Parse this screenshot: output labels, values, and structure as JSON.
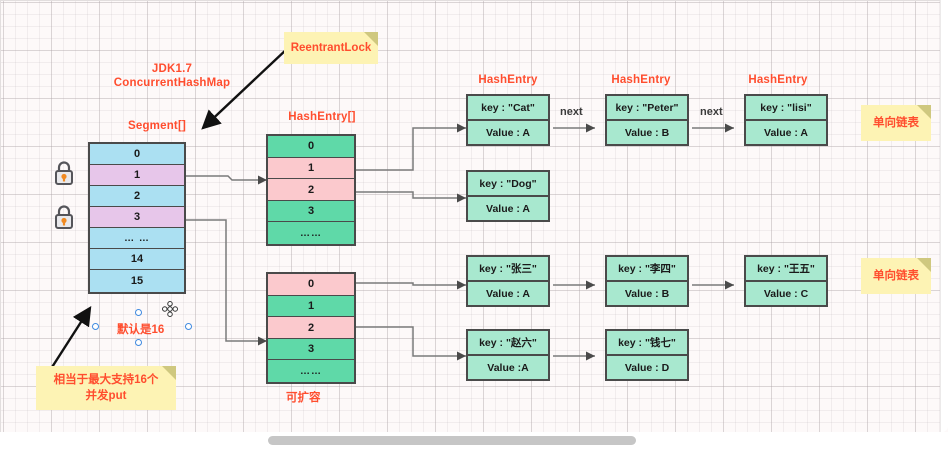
{
  "diagram": {
    "title_lines": [
      "JDK1.7",
      "ConcurrentHashMap"
    ],
    "notes": {
      "reentrant_lock": "ReentrantLock",
      "concurrent_put": "相当于最大支持16个\n并发put",
      "concurrent_put_line1": "相当于最大支持16个",
      "concurrent_put_line2": "并发put",
      "linked_list_top": "单向链表",
      "linked_list_bottom": "单向链表"
    },
    "labels": {
      "segment_array": "Segment[]",
      "hash_entry_array_top": "HashEntry[]",
      "default_is_16": "默认是16",
      "resizable": "可扩容",
      "next_1": "next",
      "next_2": "next",
      "hash_entry_title_1": "HashEntry",
      "hash_entry_title_2": "HashEntry",
      "hash_entry_title_3": "HashEntry"
    },
    "segment_array": {
      "name": "Segment[]",
      "cells": [
        {
          "text": "0",
          "color": "blue"
        },
        {
          "text": "1",
          "color": "purple"
        },
        {
          "text": "2",
          "color": "blue"
        },
        {
          "text": "3",
          "color": "purple"
        },
        {
          "text": "… …",
          "color": "blue"
        },
        {
          "text": "14",
          "color": "blue"
        },
        {
          "text": "15",
          "color": "blue"
        }
      ]
    },
    "hash_entry_array_top": {
      "name": "HashEntry[]",
      "cells": [
        {
          "text": "0",
          "color": "green"
        },
        {
          "text": "1",
          "color": "pink"
        },
        {
          "text": "2",
          "color": "pink"
        },
        {
          "text": "3",
          "color": "green"
        },
        {
          "text": "……",
          "color": "green"
        }
      ]
    },
    "hash_entry_array_bottom": {
      "name": "HashEntry[]",
      "cells": [
        {
          "text": "0",
          "color": "pink"
        },
        {
          "text": "1",
          "color": "green"
        },
        {
          "text": "2",
          "color": "pink"
        },
        {
          "text": "3",
          "color": "green"
        },
        {
          "text": "……",
          "color": "green"
        }
      ]
    },
    "chains": [
      {
        "id": "chain-cat",
        "nodes": [
          {
            "key": "key : \"Cat\"",
            "value": "Value : A"
          },
          {
            "key": "key : \"Peter\"",
            "value": "Value : B"
          },
          {
            "key": "key : \"lisi\"",
            "value": "Value : A"
          }
        ]
      },
      {
        "id": "chain-dog",
        "nodes": [
          {
            "key": "key : \"Dog\"",
            "value": "Value : A"
          }
        ]
      },
      {
        "id": "chain-zhangsan",
        "nodes": [
          {
            "key": "key : \"张三\"",
            "value": "Value : A"
          },
          {
            "key": "key : \"李四\"",
            "value": "Value : B"
          },
          {
            "key": "key : \"王五\"",
            "value": "Value : C"
          }
        ]
      },
      {
        "id": "chain-zhaoliu",
        "nodes": [
          {
            "key": "key : \"赵六\"",
            "value": "Value :A"
          },
          {
            "key": "key : \"钱七\"",
            "value": "Value : D"
          }
        ]
      }
    ],
    "icons": [
      {
        "name": "lock-icon-1"
      },
      {
        "name": "lock-icon-2"
      },
      {
        "name": "move-cursor-icon"
      }
    ],
    "colors": {
      "accent_red": "#ff4d2e",
      "segment_blue": "#abe0f2",
      "segment_purple": "#e7c6ea",
      "entry_green": "#5fd9a8",
      "entry_pink": "#fbc9cd",
      "node_green": "#a8e8cf",
      "note_yellow": "#fdf3b4",
      "stroke": "#4a4a4a"
    }
  },
  "scrollbar": {
    "orientation": "horizontal"
  }
}
